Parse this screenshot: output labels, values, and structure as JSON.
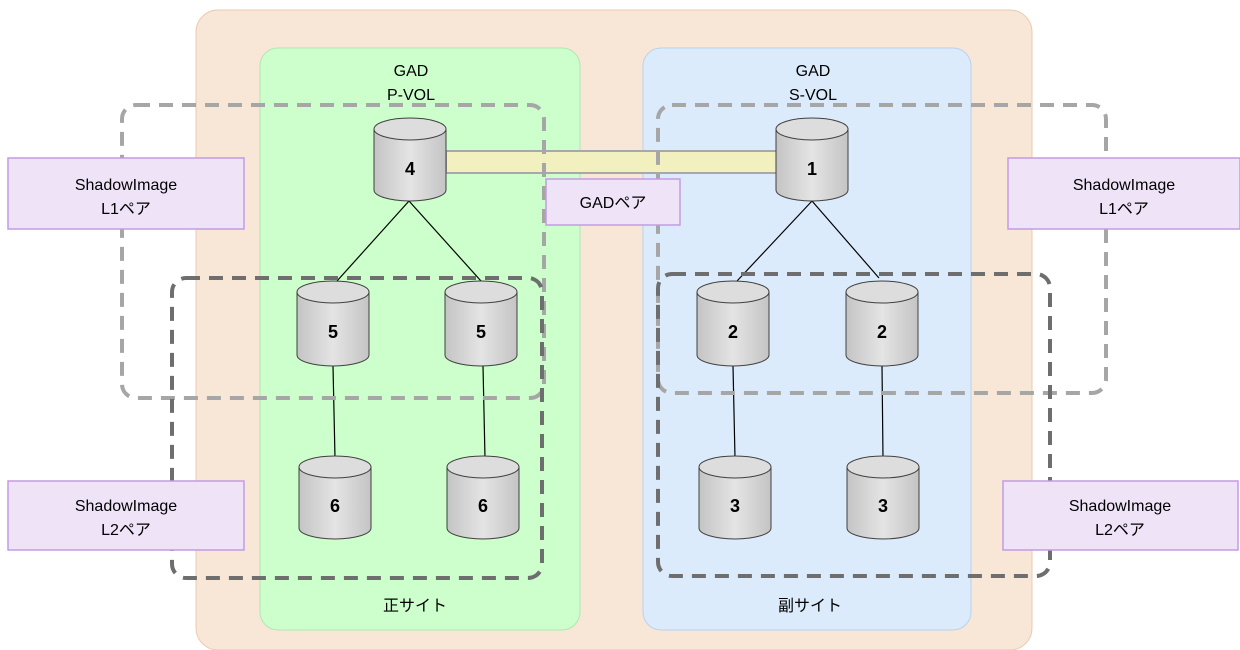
{
  "storage": {
    "primary_site_label": "正サイト",
    "secondary_site_label": "副サイト"
  },
  "primary": {
    "header_line1": "GAD",
    "header_line2": "P-VOL",
    "volumes": {
      "pvol": "4",
      "l1_left": "5",
      "l1_right": "5",
      "l2_left": "6",
      "l2_right": "6"
    }
  },
  "secondary": {
    "header_line1": "GAD",
    "header_line2": "S-VOL",
    "volumes": {
      "svol": "1",
      "l1_left": "2",
      "l1_right": "2",
      "l2_left": "3",
      "l2_right": "3"
    }
  },
  "gad_pair_label": "GADペア",
  "callouts": {
    "left_l1": {
      "line1": "ShadowImage",
      "line2": "L1ペア"
    },
    "left_l2": {
      "line1": "ShadowImage",
      "line2": "L2ペア"
    },
    "right_l1": {
      "line1": "ShadowImage",
      "line2": "L1ペア"
    },
    "right_l2": {
      "line1": "ShadowImage",
      "line2": "L2ペア"
    }
  },
  "colors": {
    "storage_bg": "#f8e6d6",
    "primary_site_bg": "#ccffcc",
    "secondary_site_bg": "#dcebfb",
    "gad_pair_bar": "#f3f0c0",
    "callout_bg": "#efe3f8",
    "callout_border": "#c39be3",
    "l1_dash": "#a6a6a6",
    "l2_dash": "#6e6e6e"
  }
}
